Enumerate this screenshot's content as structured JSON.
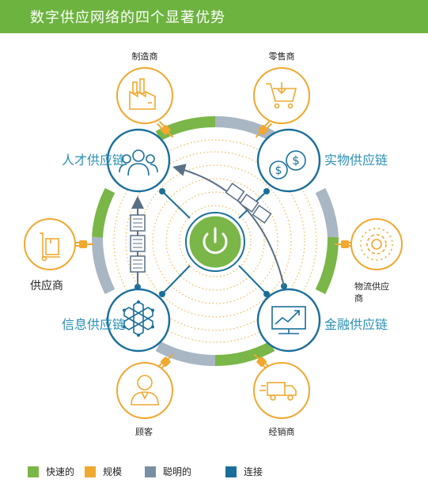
{
  "title": "数字供应网络的四个显著优势",
  "center_icon": "power-icon",
  "nodes": {
    "talent": {
      "label": "人才供应链",
      "icon": "people-icon"
    },
    "physical": {
      "label": "实物供应链",
      "icon": "dollar-coins-icon"
    },
    "information": {
      "label": "信息供应链",
      "icon": "hexagon-network-icon"
    },
    "finance": {
      "label": "金融供应链",
      "icon": "growth-chart-icon"
    }
  },
  "stakeholders": {
    "manufacturer": {
      "label": "制造商",
      "icon": "factory-icon"
    },
    "retailer": {
      "label": "零售商",
      "icon": "shopping-cart-icon"
    },
    "supplier": {
      "label": "供应商",
      "icon": "box-dolly-icon"
    },
    "logistics": {
      "label": "物流供应商",
      "icon": "gear-icon"
    },
    "customer": {
      "label": "顾客",
      "icon": "person-icon"
    },
    "distributor": {
      "label": "经销商",
      "icon": "truck-icon"
    }
  },
  "legend": [
    {
      "label": "快速的",
      "color": "#7ab648"
    },
    {
      "label": "规模",
      "color": "#f0a830"
    },
    {
      "label": "聪明的",
      "color": "#7a8fa3"
    },
    {
      "label": "连接",
      "color": "#1a6f9a"
    }
  ],
  "colors": {
    "header": "#6db33f",
    "green": "#7ab648",
    "orange": "#f0a830",
    "steel": "#7a8fa3",
    "blue": "#1a6f9a",
    "teal_text": "#2a8fb5"
  }
}
